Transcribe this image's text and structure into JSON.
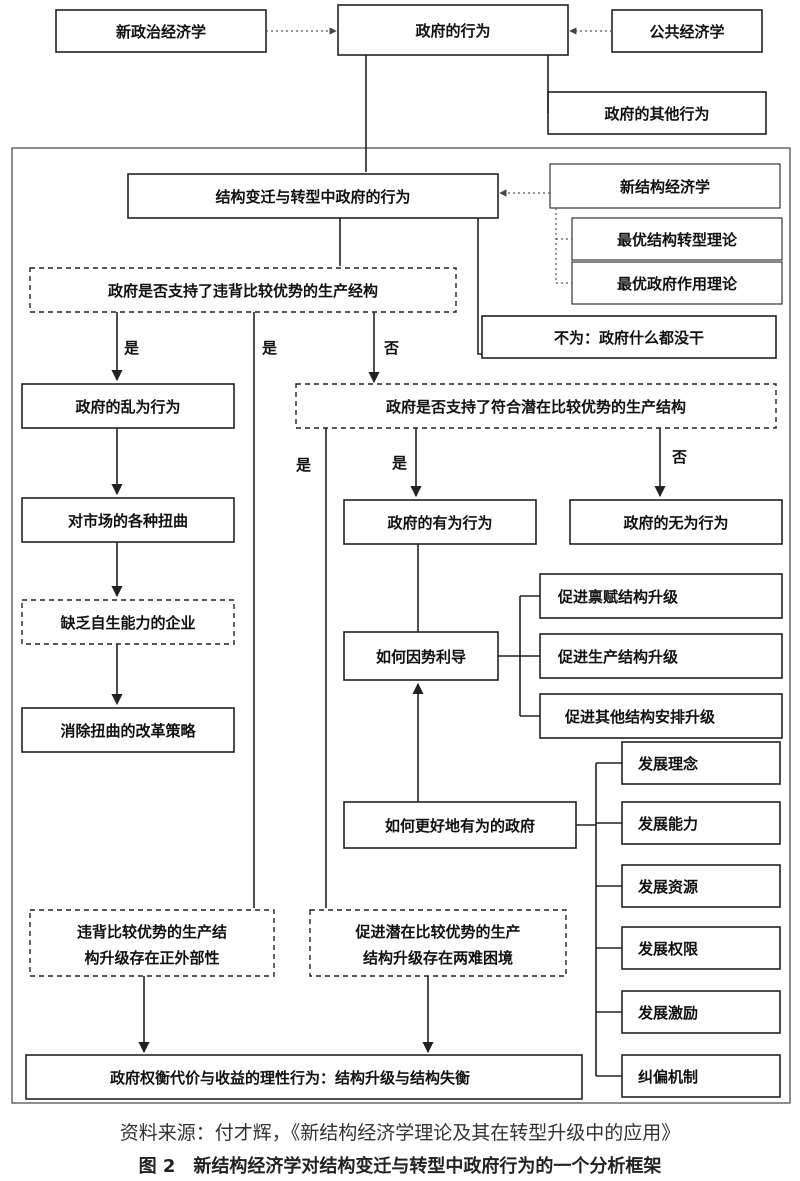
{
  "nodes": {
    "new_political_econ": "新政治经济学",
    "gov_behavior": "政府的行为",
    "public_econ": "公共经济学",
    "other_behavior": "政府的其他行为",
    "transition_behavior": "结构变迁与转型中政府的行为",
    "new_structural_econ": "新结构经济学",
    "optimal_transform": "最优结构转型理论",
    "optimal_role": "最优政府作用理论",
    "q_violate": "政府是否支持了违背比较优势的生产经构",
    "inaction": "不为：政府什么都没干",
    "q_conform": "政府是否支持了符合潜在比较优势的生产结构",
    "disorderly": "政府的乱为行为",
    "distortion": "对市场的各种扭曲",
    "nonviable": "缺乏自生能力的企业",
    "reform": "消除扭曲的改革策略",
    "effective": "政府的有为行为",
    "passive": "政府的无为行为",
    "guide": "如何因势利导",
    "endow": "促进禀赋结构升级",
    "production": "促进生产结构升级",
    "other_arrange": "促进其他结构安排升级",
    "better_gov": "如何更好地有为的政府",
    "concept": "发展理念",
    "capacity": "发展能力",
    "resources": "发展资源",
    "authority": "发展权限",
    "incentive": "发展激励",
    "correction": "纠偏机制",
    "violate_ext": "违背比较优势的生产结构升级存在正外部性",
    "violate_ext_l1": "违背比较优势的生产结",
    "violate_ext_l2": "构升级存在正外部性",
    "dilemma_l1": "促进潜在比较优势的生产",
    "dilemma_l2": "结构升级存在两难困境",
    "tradeoff": "政府权衡代价与收益的理性行为：结构升级与结构失衡"
  },
  "edge_labels": {
    "yes": "是",
    "no": "否"
  },
  "source_note": "资料来源：付才辉，《新结构经济学理论及其在转型升级中的应用》",
  "figure_caption": {
    "number": "图 2",
    "title": "新结构经济学对结构变迁与转型中政府行为的一个分析框架"
  }
}
